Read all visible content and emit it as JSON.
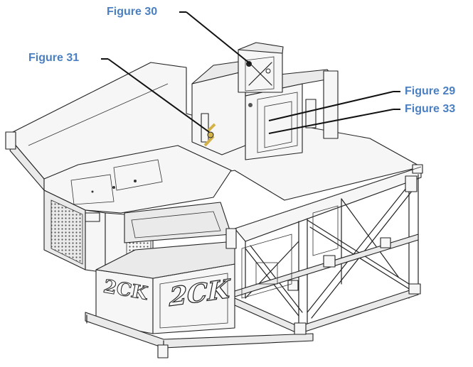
{
  "callouts": {
    "fig30": "Figure 30",
    "fig31": "Figure 31",
    "fig29": "Figure 29",
    "fig33": "Figure 33"
  },
  "logos": {
    "left_panel": "2CK",
    "right_panel": "2CK"
  },
  "colors": {
    "callout_text": "#4a7fc1",
    "line_art": "#222222",
    "background": "#ffffff",
    "knob": "#d4b24a"
  }
}
